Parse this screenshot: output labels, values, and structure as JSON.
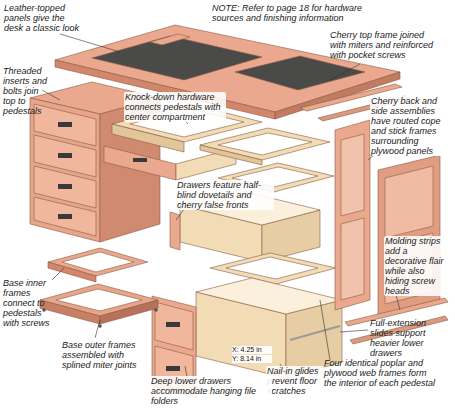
{
  "diagram": {
    "labels": [
      "Leather-topped panels give the desk a classic look",
      "NOTE: Refer to page 18 for hardware sources and finishing information",
      "Cherry top frame joined with miters and reinforced with pocket screws",
      "Threaded inserts and bolts join top to pedestals",
      "Knock-down hardware connects pedestals with center compartment",
      "Cherry back and side assemblies have routed cope and stick frames surrounding plywood panels",
      "Drawers feature half-blind dovetails and cherry false fronts",
      "Molding strips add a decorative flair while also hiding screw heads",
      "Base inner frames connect to pedestals with screws",
      "Base outer frames assembled with splined miter joints",
      "Full-extension slides support heavier lower drawers",
      "X: 4.25 in",
      "Y: 8.14 in",
      "Nail-in glides prevent floor scratches",
      "Four identical poplar and plywood web frames form the interior of each pedestal",
      "Deep lower drawers accommodate hanging file folders"
    ]
  }
}
